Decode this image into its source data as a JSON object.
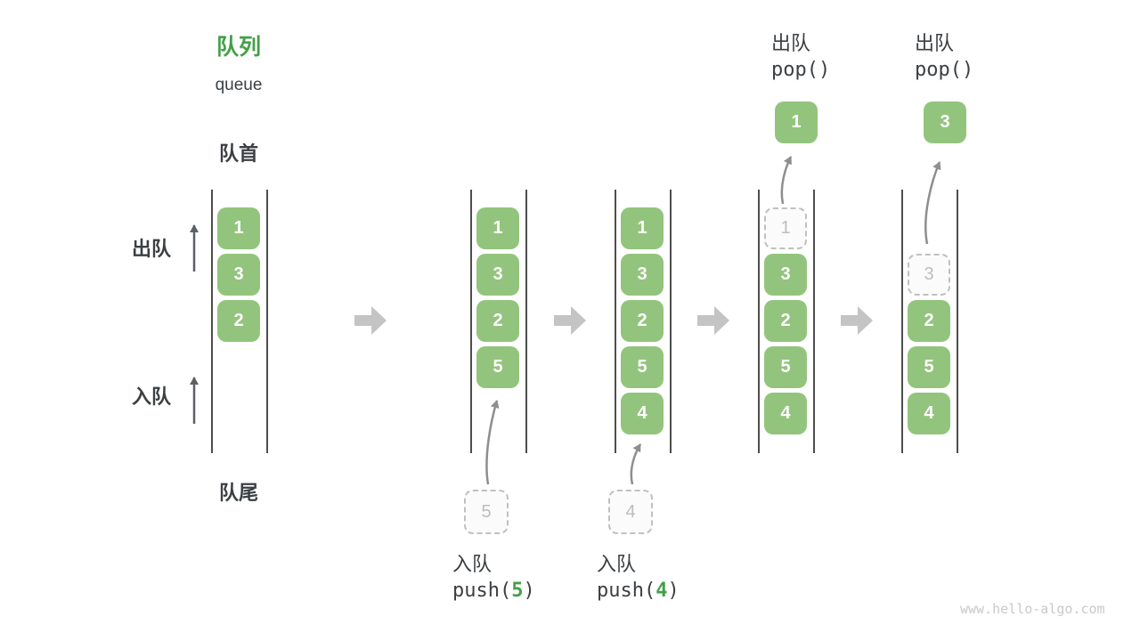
{
  "title": {
    "main": "队列",
    "sub": "queue"
  },
  "labels": {
    "front": "队首",
    "rear": "队尾",
    "dequeue_side": "出队",
    "enqueue_side": "入队"
  },
  "watermark": "www.hello-algo.com",
  "colors": {
    "box_green": "#93c47d",
    "accent_green": "#43a047",
    "text_dark": "#3c4043",
    "block_arrow_gray": "#c4c4c4",
    "curve_arrow_gray": "#8e8e8e",
    "dashed_gray": "#c0c0c0"
  },
  "columns": [
    {
      "step": "initial",
      "cells": [
        {
          "value": "1",
          "row": 0,
          "state": "solid"
        },
        {
          "value": "3",
          "row": 1,
          "state": "solid"
        },
        {
          "value": "2",
          "row": 2,
          "state": "solid"
        }
      ]
    },
    {
      "step": "push-5",
      "cells": [
        {
          "value": "1",
          "row": 0,
          "state": "solid"
        },
        {
          "value": "3",
          "row": 1,
          "state": "solid"
        },
        {
          "value": "2",
          "row": 2,
          "state": "solid"
        },
        {
          "value": "5",
          "row": 3,
          "state": "solid"
        }
      ],
      "staged_value": "5",
      "op": {
        "action": "入队",
        "code_pre": "push(",
        "code_arg": "5",
        "code_post": ")"
      }
    },
    {
      "step": "push-4",
      "cells": [
        {
          "value": "1",
          "row": 0,
          "state": "solid"
        },
        {
          "value": "3",
          "row": 1,
          "state": "solid"
        },
        {
          "value": "2",
          "row": 2,
          "state": "solid"
        },
        {
          "value": "5",
          "row": 3,
          "state": "solid"
        },
        {
          "value": "4",
          "row": 4,
          "state": "solid"
        }
      ],
      "staged_value": "4",
      "op": {
        "action": "入队",
        "code_pre": "push(",
        "code_arg": "4",
        "code_post": ")"
      }
    },
    {
      "step": "pop-1",
      "cells": [
        {
          "value": "1",
          "row": 0,
          "state": "dashed"
        },
        {
          "value": "3",
          "row": 1,
          "state": "solid"
        },
        {
          "value": "2",
          "row": 2,
          "state": "solid"
        },
        {
          "value": "5",
          "row": 3,
          "state": "solid"
        },
        {
          "value": "4",
          "row": 4,
          "state": "solid"
        }
      ],
      "popped_value": "1",
      "op": {
        "action": "出队",
        "code": "pop()"
      }
    },
    {
      "step": "pop-3",
      "cells": [
        {
          "value": "3",
          "row": 1,
          "state": "dashed"
        },
        {
          "value": "2",
          "row": 2,
          "state": "solid"
        },
        {
          "value": "5",
          "row": 3,
          "state": "solid"
        },
        {
          "value": "4",
          "row": 4,
          "state": "solid"
        }
      ],
      "popped_value": "3",
      "op": {
        "action": "出队",
        "code": "pop()"
      }
    }
  ]
}
